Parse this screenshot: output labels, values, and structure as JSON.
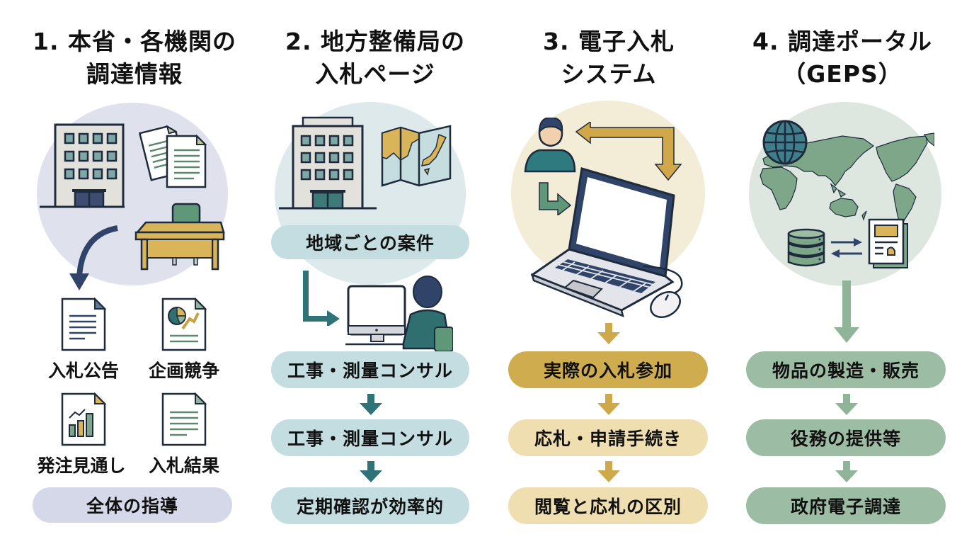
{
  "colors": {
    "col1_circle": "#dfe1ec",
    "col1_pill": "#d5d8e8",
    "col2_circle": "#dde9ea",
    "col2_pill": "#c3dde0",
    "col2_arrow": "#2f7378",
    "col3_circle": "#f3ecd6",
    "col3_pill_primary": "#cfac4e",
    "col3_pill": "#efdfb0",
    "col3_arrow": "#cfa84a",
    "col4_circle": "#dde7df",
    "col4_pill": "#9dbca4",
    "col4_arrow": "#8fb497",
    "navy": "#2f4468",
    "outline": "#1e2b3c"
  },
  "columns": [
    {
      "title_line1": "1. 本省・各機関の",
      "title_line2": "調達情報",
      "icons": [
        "building-icon",
        "documents-icon",
        "desk-icon",
        "curved-arrow-icon"
      ],
      "documents": [
        {
          "label": "入札公告",
          "icon": "text-document-icon"
        },
        {
          "label": "企画競争",
          "icon": "chart-document-icon"
        },
        {
          "label": "発注見通し",
          "icon": "bar-chart-document-icon"
        },
        {
          "label": "入札結果",
          "icon": "result-document-icon"
        }
      ],
      "pill": "全体の指導"
    },
    {
      "title_line1": "2. 地方整備局の",
      "title_line2": "入札ページ",
      "icons": [
        "building-icon",
        "japan-map-icon",
        "person-at-computer-icon"
      ],
      "region_pill": "地域ごとの案件",
      "steps": [
        "工事・測量コンサル",
        "工事・測量コンサル",
        "定期確認が効率的"
      ]
    },
    {
      "title_line1": "3. 電子入札",
      "title_line2": "システム",
      "icons": [
        "user-icon",
        "laptop-icon",
        "mouse-icon",
        "exchange-arrows-icon"
      ],
      "steps": [
        "実際の入札参加",
        "応札・申請手続き",
        "閲覧と応札の区別"
      ]
    },
    {
      "title_line1": "4. 調達ポータル",
      "title_line2": "（GEPS）",
      "icons": [
        "globe-icon",
        "world-map-icon",
        "database-icon",
        "document-icon"
      ],
      "steps": [
        "物品の製造・販売",
        "役務の提供等",
        "政府電子調達"
      ]
    }
  ]
}
